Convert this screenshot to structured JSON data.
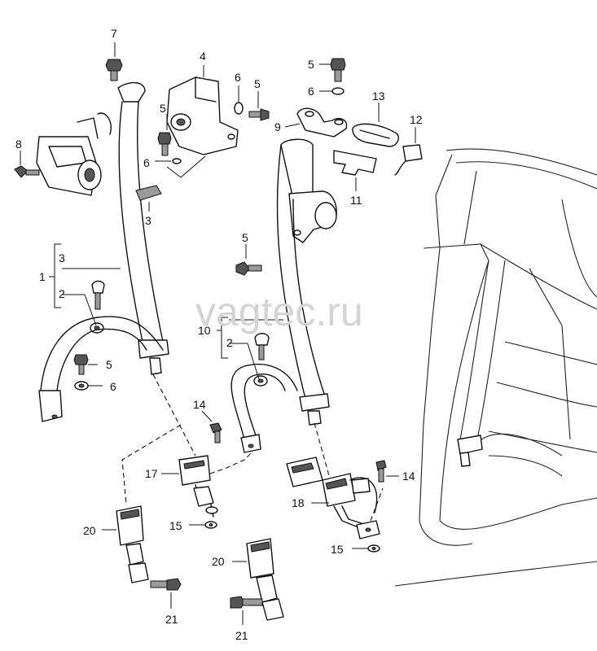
{
  "watermark": "vagtec.ru",
  "callouts": [
    {
      "id": "c-7a",
      "text": "7"
    },
    {
      "id": "c-4",
      "text": "4"
    },
    {
      "id": "c-6a",
      "text": "6"
    },
    {
      "id": "c-5a",
      "text": "5"
    },
    {
      "id": "c-5b",
      "text": "5"
    },
    {
      "id": "c-6b",
      "text": "6"
    },
    {
      "id": "c-3a",
      "text": "3"
    },
    {
      "id": "c-8",
      "text": "8"
    },
    {
      "id": "c-5c",
      "text": "5"
    },
    {
      "id": "c-6c",
      "text": "6"
    },
    {
      "id": "c-9",
      "text": "9"
    },
    {
      "id": "c-13",
      "text": "13"
    },
    {
      "id": "c-12",
      "text": "12"
    },
    {
      "id": "c-11",
      "text": "11"
    },
    {
      "id": "c-5d",
      "text": "5"
    },
    {
      "id": "c-1",
      "text": "1"
    },
    {
      "id": "c-3b",
      "text": "3"
    },
    {
      "id": "c-2a",
      "text": "2"
    },
    {
      "id": "c-5e",
      "text": "5"
    },
    {
      "id": "c-6d",
      "text": "6"
    },
    {
      "id": "c-10",
      "text": "10"
    },
    {
      "id": "c-2b",
      "text": "2"
    },
    {
      "id": "c-14a",
      "text": "14"
    },
    {
      "id": "c-17",
      "text": "17"
    },
    {
      "id": "c-15a",
      "text": "15"
    },
    {
      "id": "c-20a",
      "text": "20"
    },
    {
      "id": "c-21a",
      "text": "21"
    },
    {
      "id": "c-14b",
      "text": "14"
    },
    {
      "id": "c-18",
      "text": "18"
    },
    {
      "id": "c-15b",
      "text": "15"
    },
    {
      "id": "c-20b",
      "text": "20"
    },
    {
      "id": "c-21b",
      "text": "21"
    }
  ]
}
